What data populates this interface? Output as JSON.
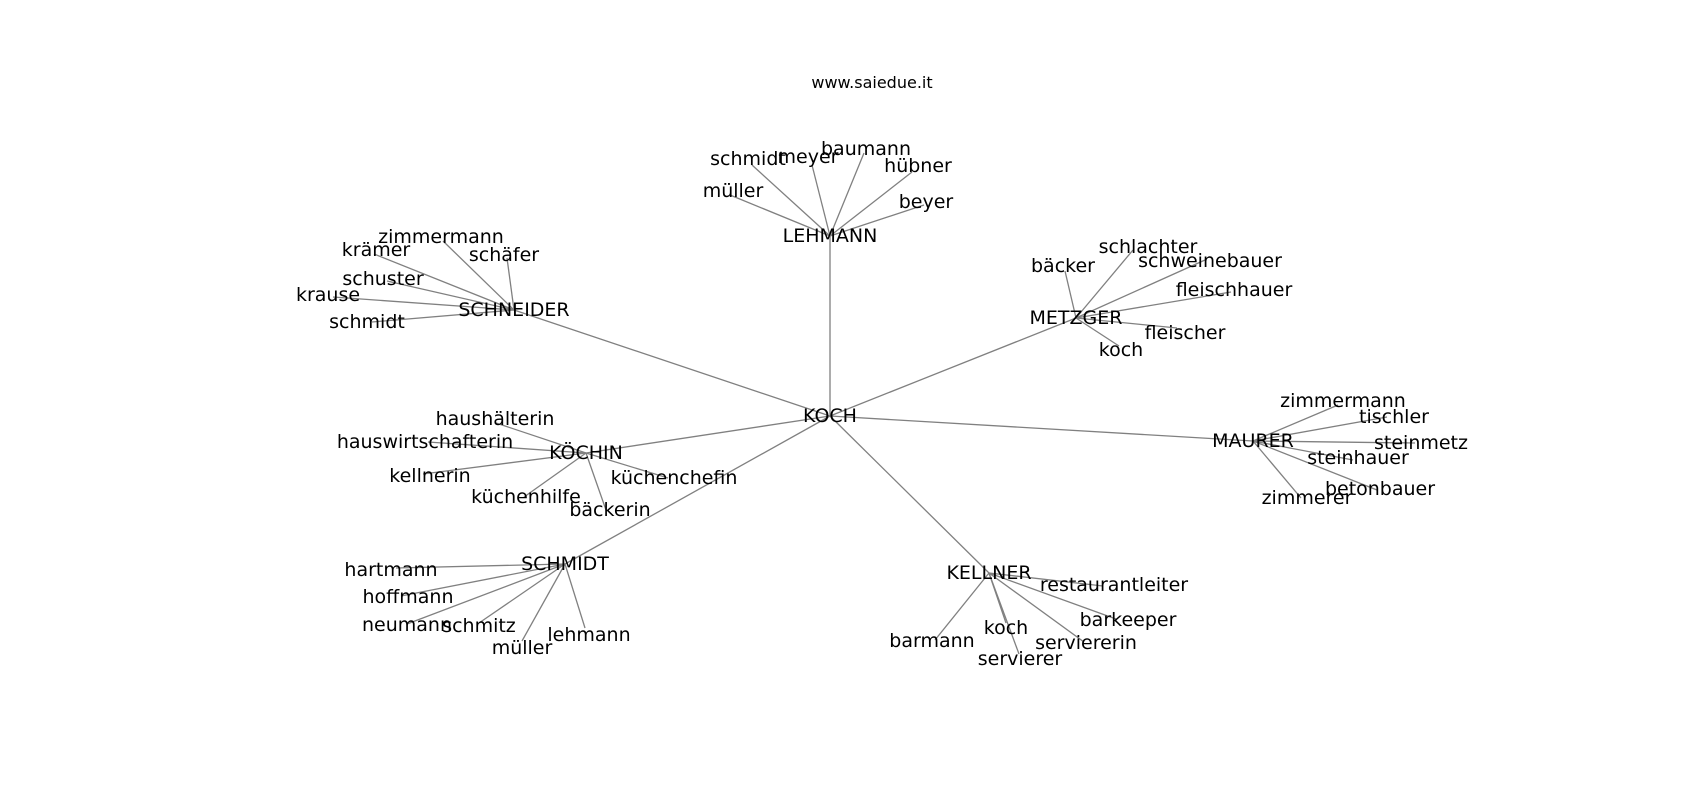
{
  "site_label": "www.saiedue.it",
  "center": "KOCH",
  "clusters": [
    {
      "hub": "LEHMANN",
      "leaves": [
        "schmidt",
        "meyer",
        "baumann",
        "hübner",
        "müller",
        "beyer"
      ]
    },
    {
      "hub": "SCHNEIDER",
      "leaves": [
        "zimmermann",
        "krämer",
        "schäfer",
        "schuster",
        "krause",
        "schmidt"
      ]
    },
    {
      "hub": "METZGER",
      "leaves": [
        "schlachter",
        "bäcker",
        "schweinebauer",
        "fleischhauer",
        "fleischer",
        "koch"
      ]
    },
    {
      "hub": "KÖCHIN",
      "leaves": [
        "haushälterin",
        "hauswirtschafterin",
        "kellnerin",
        "küchenchefin",
        "küchenhilfe",
        "bäckerin"
      ]
    },
    {
      "hub": "MAURER",
      "leaves": [
        "zimmermann",
        "tischler",
        "steinmetz",
        "steinhauer",
        "betonbauer",
        "zimmerer"
      ]
    },
    {
      "hub": "SCHMIDT",
      "leaves": [
        "hartmann",
        "hoffmann",
        "neumann",
        "schmitz",
        "müller",
        "lehmann"
      ]
    },
    {
      "hub": "KELLNER",
      "leaves": [
        "restaurantleiter",
        "barkeeper",
        "koch",
        "barmann",
        "serviererin",
        "servierer"
      ]
    }
  ]
}
